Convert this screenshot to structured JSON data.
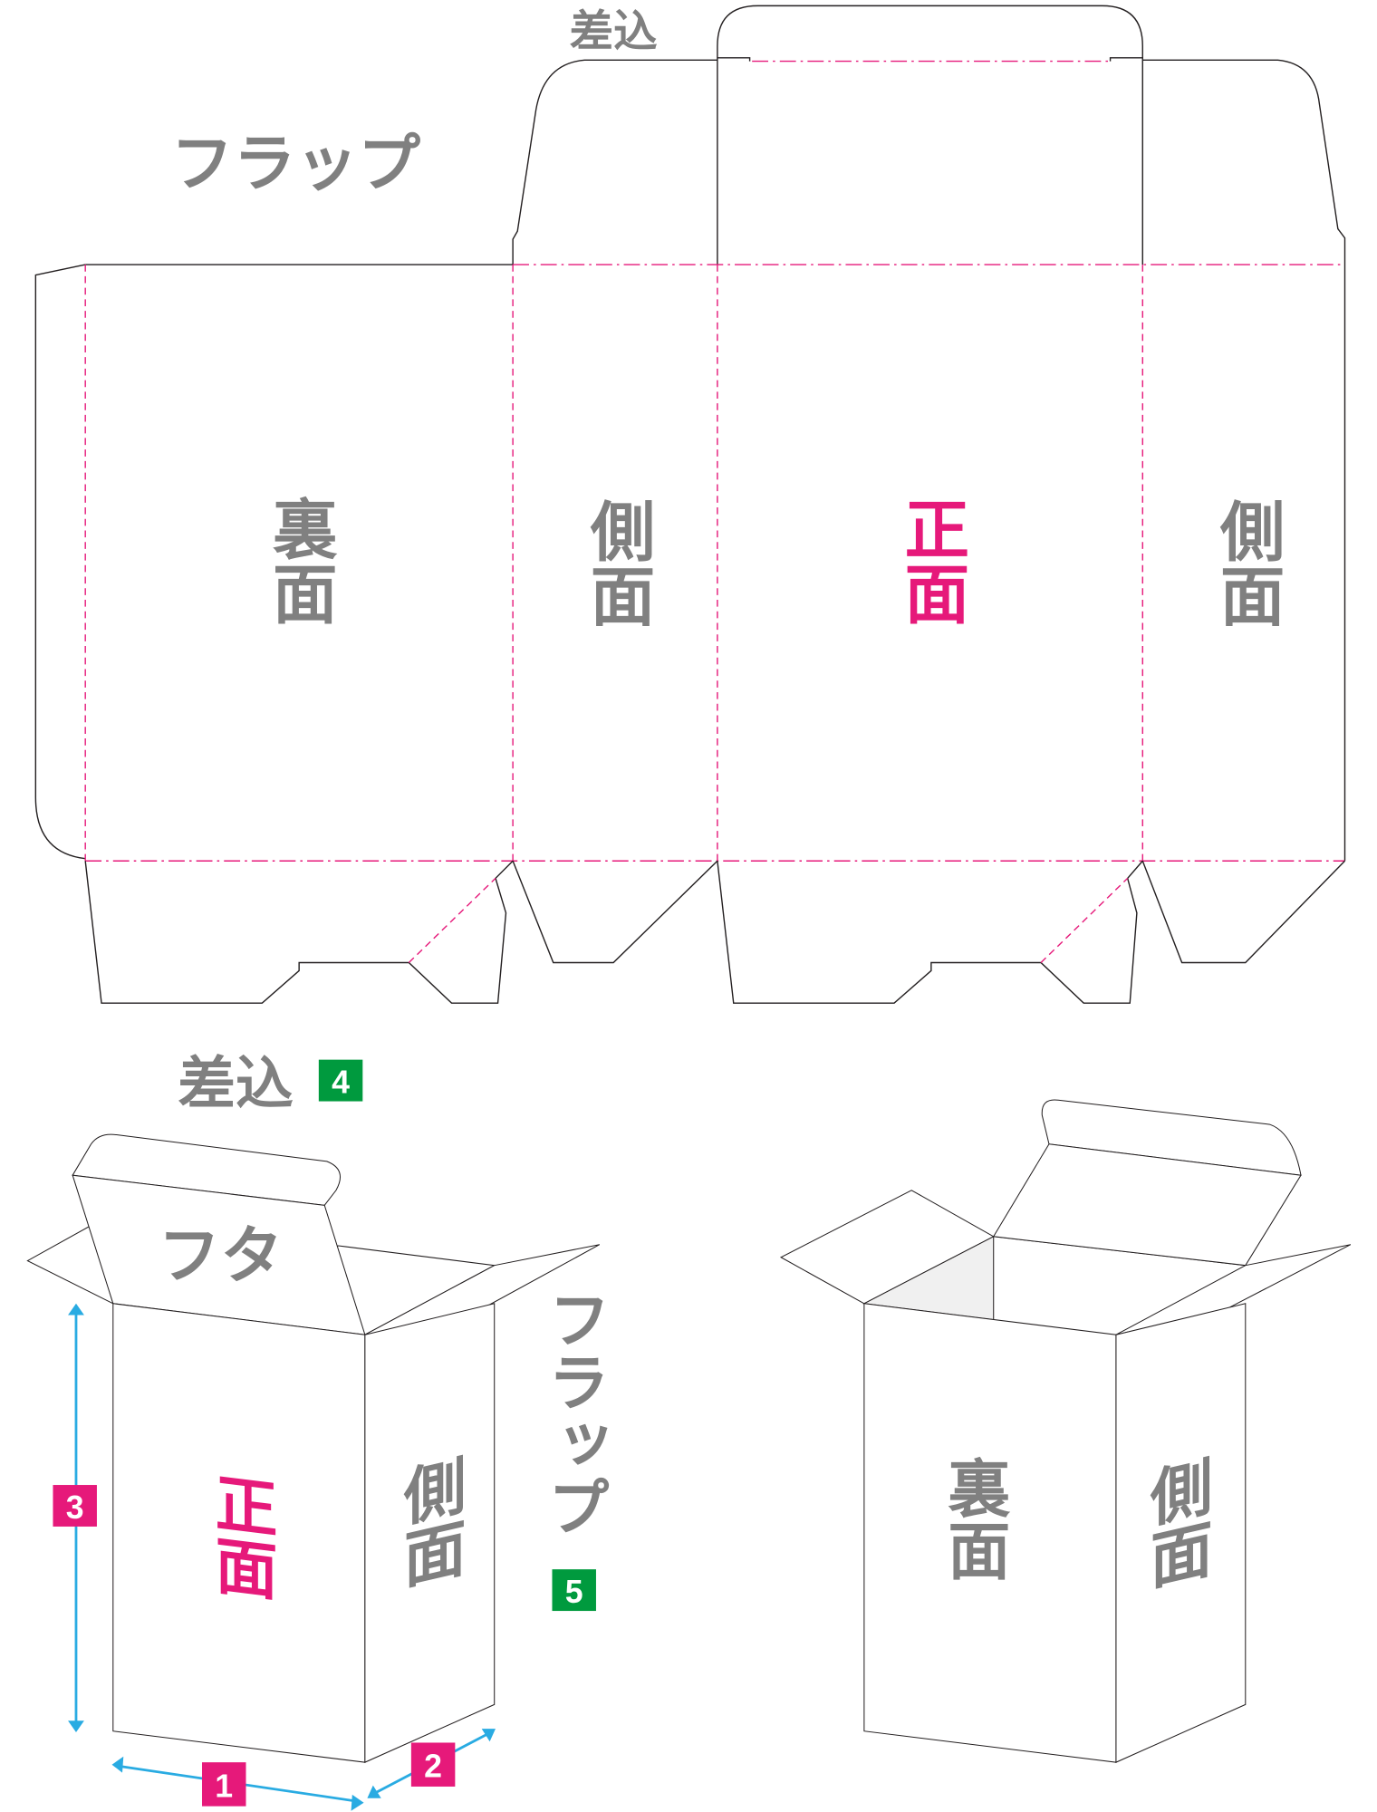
{
  "dieline": {
    "tuck_label": "差込",
    "flap_label": "フラップ",
    "panels": {
      "back": "裏面",
      "side_left": "側面",
      "front": "正面",
      "side_right": "側面"
    }
  },
  "box_front_view": {
    "tuck_label": "差込",
    "tuck_badge": "4",
    "lid_label": "フタ",
    "flap_label": "フラップ",
    "flap_badge": "5",
    "front_label": "正面",
    "side_label": "側面",
    "dimensions": {
      "width_badge": "1",
      "depth_badge": "2",
      "height_badge": "3"
    }
  },
  "box_back_view": {
    "back_label": "裏面",
    "side_label": "側面"
  },
  "colors": {
    "label_gray": "#808080",
    "front_pink": "#e6197a",
    "fold_line": "#e6197a",
    "dimension_blue": "#29abe2",
    "badge_green": "#009a3e",
    "badge_pink": "#e6197a"
  }
}
